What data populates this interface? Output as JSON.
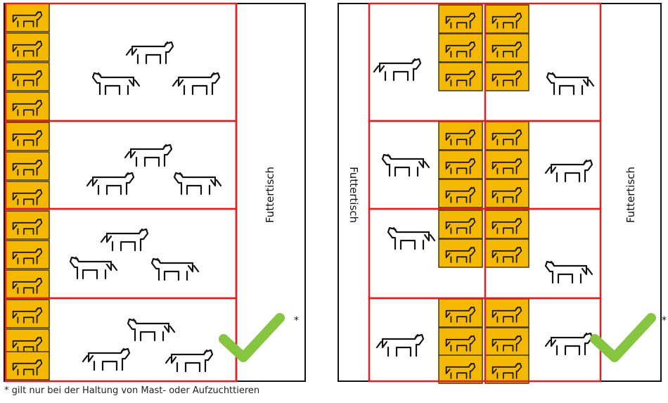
{
  "labels": {
    "feed_table": "Futtertisch",
    "footnote": "* gilt nur bei der Haltung von Mast- oder Aufzuchttieren",
    "asterisk": "*"
  },
  "colors": {
    "pen_border": "#e02020",
    "frame_border": "#111111",
    "cubicle_fill": "#f5b800",
    "cubicle_border": "#4a3500",
    "animal_stroke": "#111111",
    "check": "#86c540"
  },
  "icons": {
    "animal": "cow-icon",
    "cubicle_animal": "cow-icon",
    "check": "checkmark-icon"
  },
  "layouts": [
    {
      "name": "left",
      "pens": 4,
      "cubicle_rows_per_pen": [
        4,
        3,
        3,
        3
      ],
      "cubicle_columns": 1,
      "free_animals_per_pen": [
        3,
        3,
        3,
        3
      ],
      "feed_table_sides": 1,
      "compliant": true
    },
    {
      "name": "right",
      "pens": 4,
      "cubicle_rows_per_pen": [
        3,
        3,
        2,
        3
      ],
      "cubicle_columns": 2,
      "free_animals_per_pen": [
        2,
        2,
        2,
        2
      ],
      "feed_table_sides": 2,
      "compliant": true
    }
  ]
}
